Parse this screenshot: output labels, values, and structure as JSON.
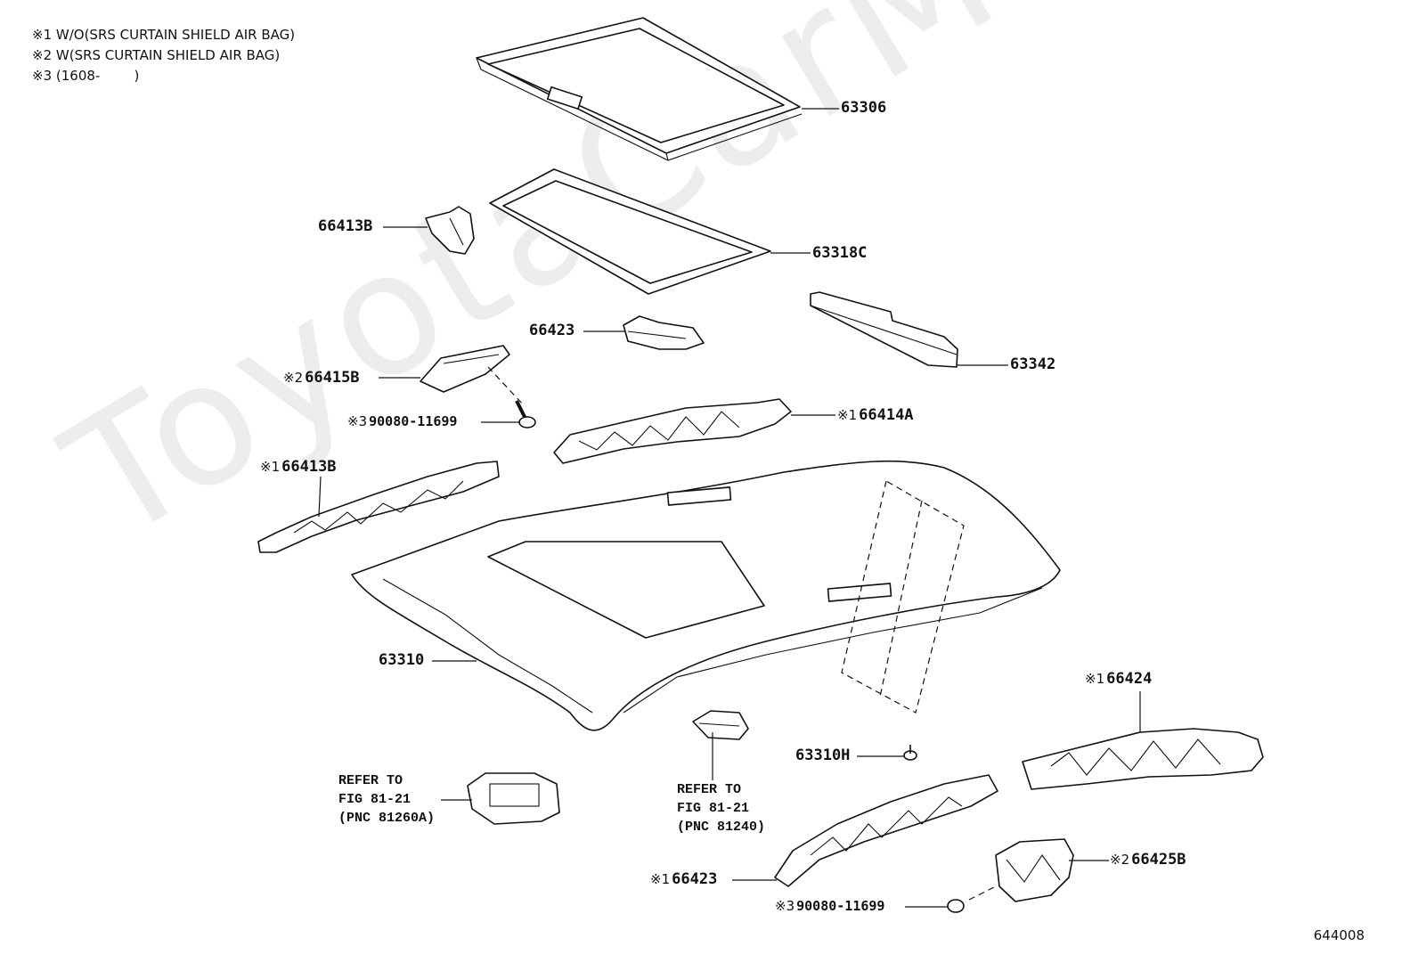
{
  "notes": [
    "※1 W/O(SRS CURTAIN SHIELD AIR BAG)",
    "※2 W(SRS CURTAIN SHIELD AIR BAG)",
    "※3 (1608-        )"
  ],
  "watermark": "ToyotaCarMine.ru",
  "figure_number": "644008",
  "parts": {
    "p63306": {
      "mark": "",
      "code": "63306"
    },
    "p66413B_top": {
      "mark": "",
      "code": "66413B"
    },
    "p63318C": {
      "mark": "",
      "code": "63318C"
    },
    "p66423_top": {
      "mark": "",
      "code": "66423"
    },
    "p63342": {
      "mark": "",
      "code": "63342"
    },
    "p66415B": {
      "mark": "※2",
      "code": "66415B"
    },
    "p90080_top": {
      "mark": "※3",
      "code": "90080-11699"
    },
    "p66414A": {
      "mark": "※1",
      "code": "66414A"
    },
    "p66413B_mid": {
      "mark": "※1",
      "code": "66413B"
    },
    "p63310": {
      "mark": "",
      "code": "63310"
    },
    "p66424": {
      "mark": "※1",
      "code": "66424"
    },
    "p63310H": {
      "mark": "",
      "code": "63310H"
    },
    "p66425B": {
      "mark": "※2",
      "code": "66425B"
    },
    "p66423_bot": {
      "mark": "※1",
      "code": "66423"
    },
    "p90080_bot": {
      "mark": "※3",
      "code": "90080-11699"
    }
  },
  "refs": {
    "ref1": {
      "line1": "REFER TO",
      "line2": "FIG 81-21",
      "line3": "(PNC 81260A)"
    },
    "ref2": {
      "line1": "REFER TO",
      "line2": "FIG 81-21",
      "line3": "(PNC 81240)"
    }
  }
}
